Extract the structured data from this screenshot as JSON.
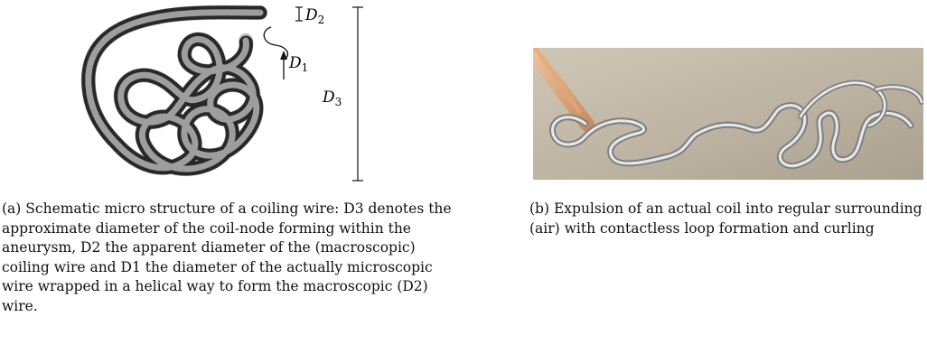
{
  "figure_a": {
    "labels": {
      "d1": "D",
      "d1_sub": "1",
      "d2": "D",
      "d2_sub": "2",
      "d3": "D",
      "d3_sub": "3"
    },
    "caption": {
      "tag": "(a)",
      "text": "Schematic micro structure of a coiling wire: D3 denotes the approximate diameter of the coil-node forming within the aneurysm, D2 the apparent diameter of the (macroscopic) coiling wire and D1 the diameter of the actually microscopic wire wrapped in a helical way to form the macroscopic (D2) wire."
    }
  },
  "figure_b": {
    "caption": {
      "tag": "(b)",
      "text": "Expulsion of an actual coil into regular surrounding (air) with contactless loop formation and curling"
    }
  }
}
